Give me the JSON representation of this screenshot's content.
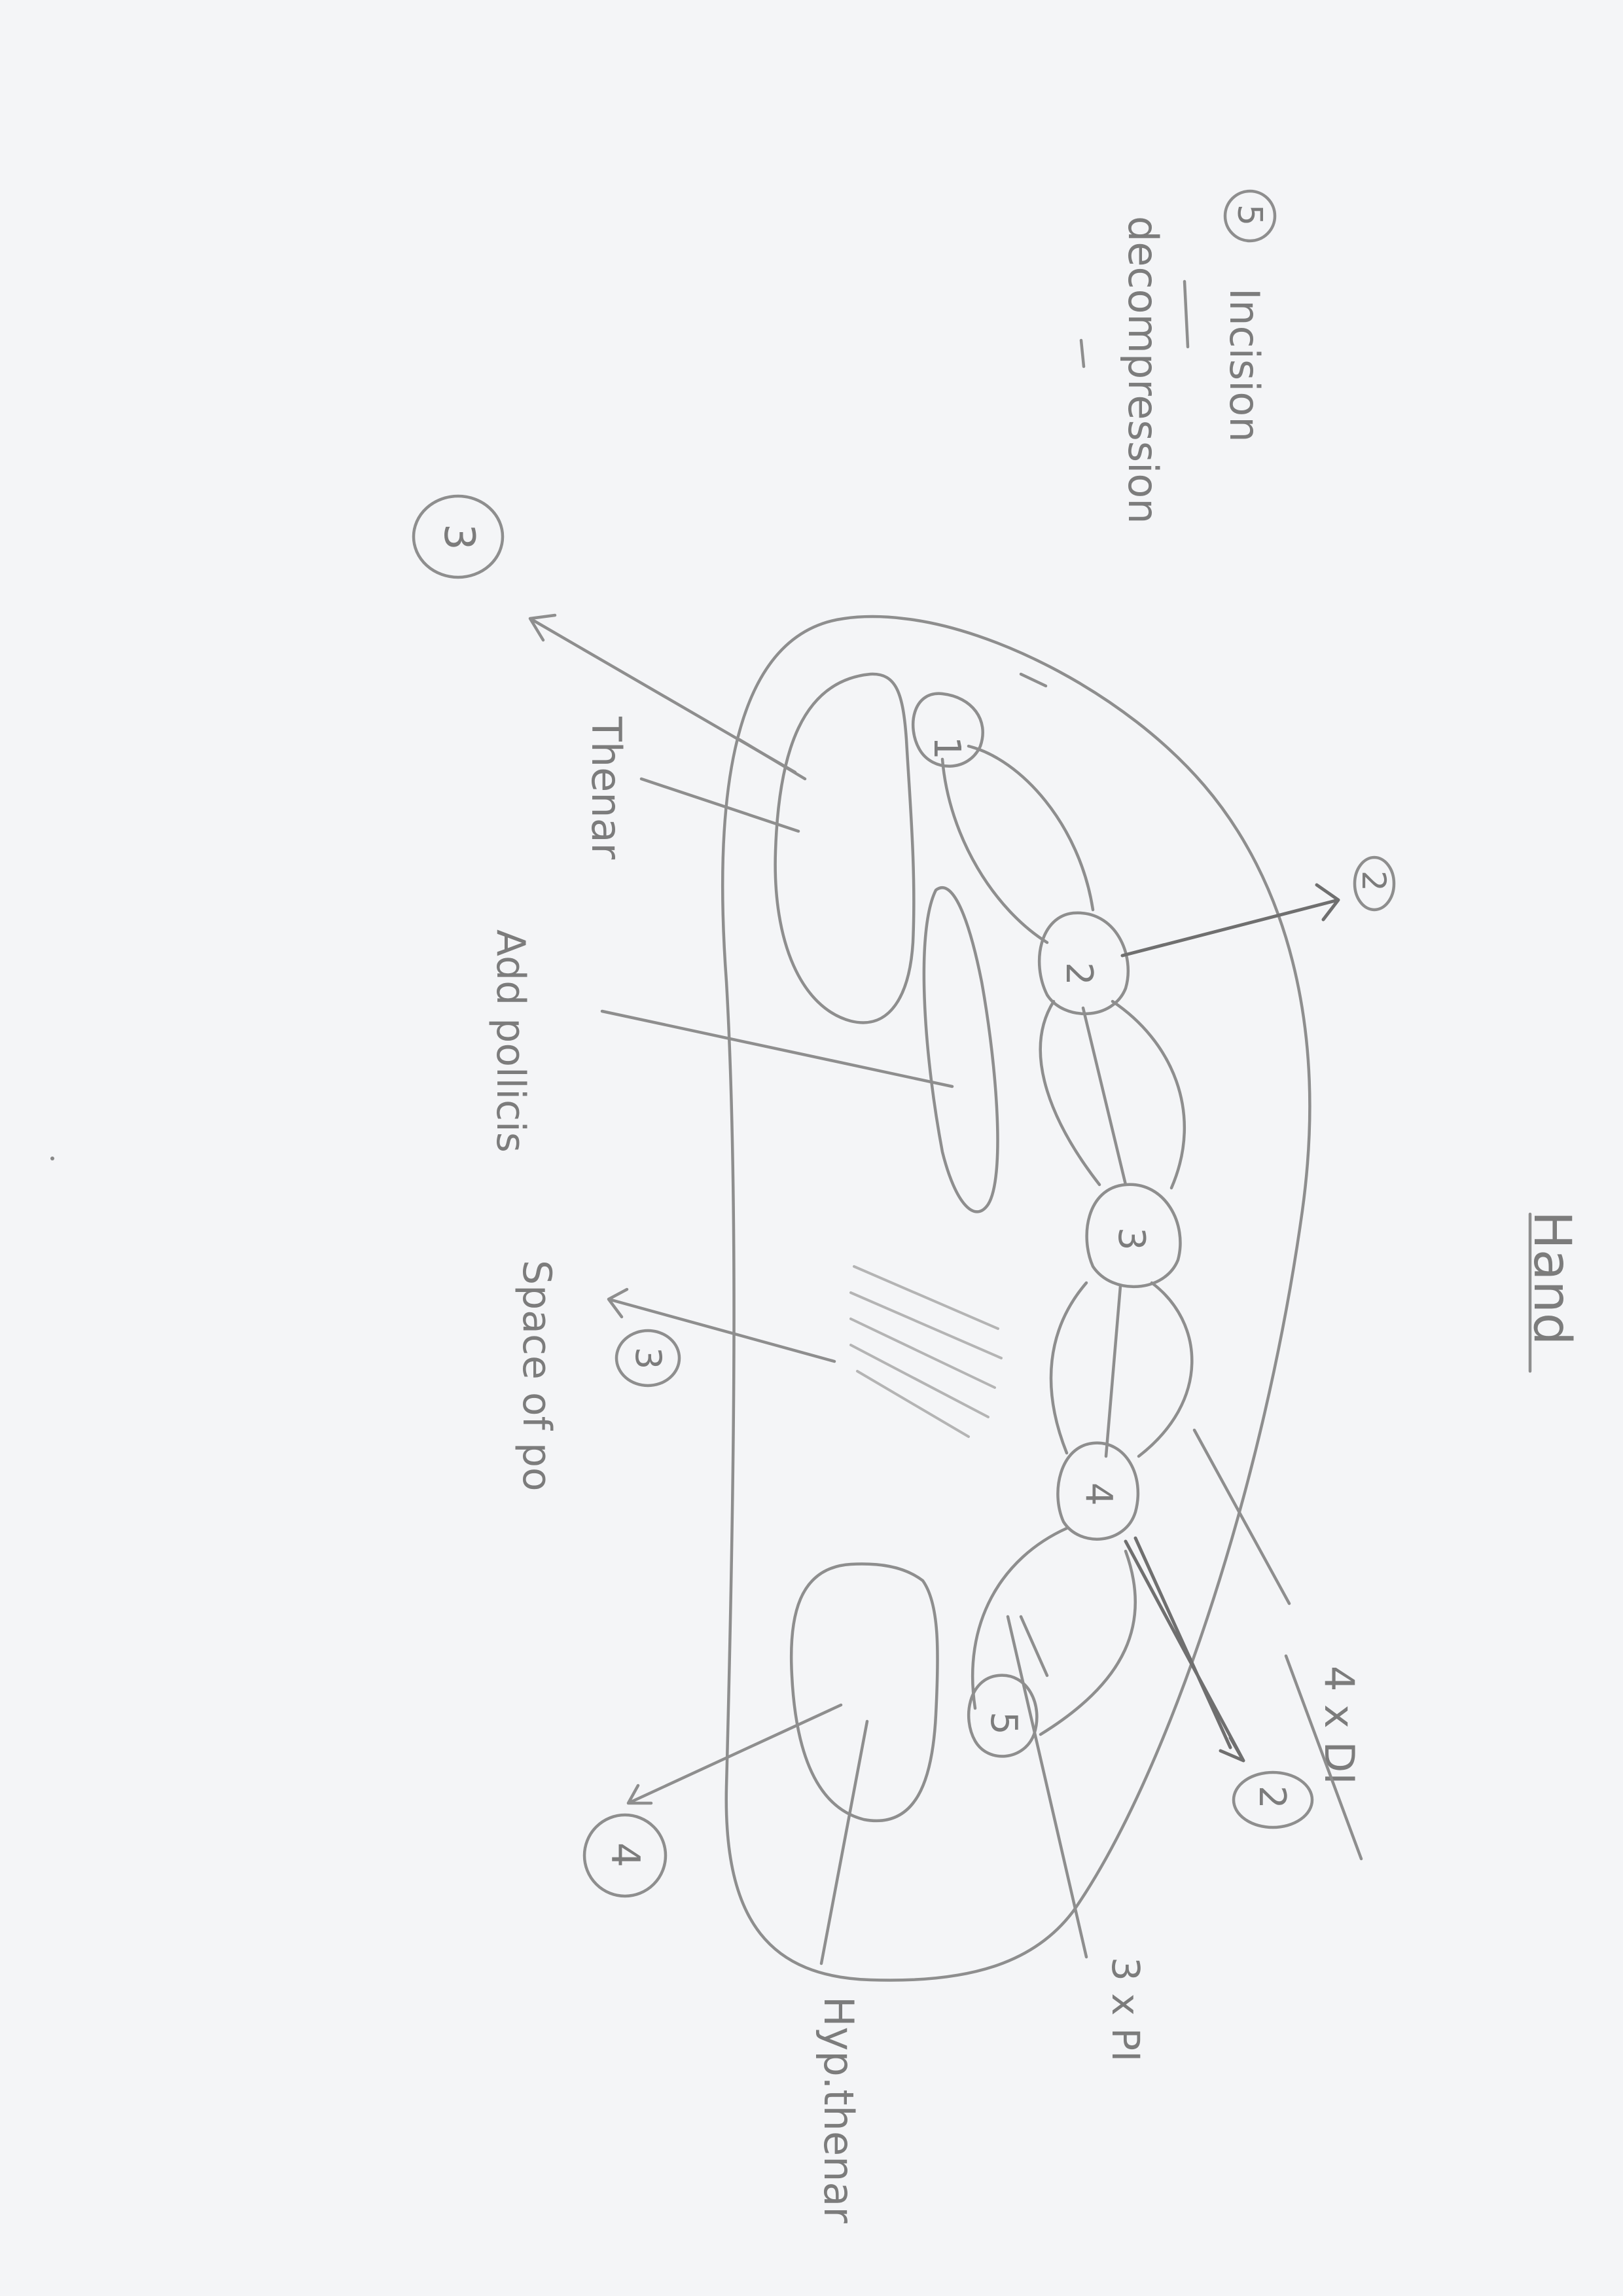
{
  "title": "Hand",
  "structures": {
    "thenar": "Thenar",
    "add_pollicis": "Add pollicis",
    "space_of_po": "Space of po",
    "hypothenar": "Hyp.thenar",
    "dorsal_interossei": "4 x DI",
    "palmar_interossei": "3 x PI"
  },
  "metacarpals": [
    "1",
    "2",
    "3",
    "4",
    "5"
  ],
  "compartment_counts": {
    "thenar": "3",
    "space": "3",
    "hypothenar": "4",
    "interossei": "2",
    "dorsal": "2"
  },
  "notes": {
    "number": "5",
    "incision": "Incision",
    "decompression": "decompression"
  }
}
